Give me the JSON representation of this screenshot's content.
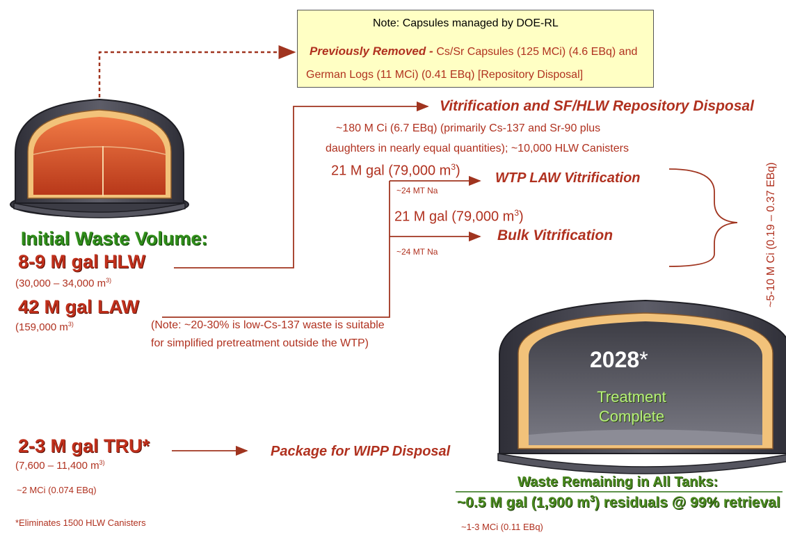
{
  "note_box": {
    "header": "Note: Capsules managed by DOE-RL",
    "removed_label": "Previously Removed -",
    "removed_text_1": "Cs/Sr Capsules (125 MCi) (4.6 EBq) and",
    "removed_text_2": "German Logs (11 MCi) (0.41 EBq)  [Repository Disposal]"
  },
  "vitrification": {
    "title": "Vitrification and SF/HLW Repository Disposal",
    "detail_1": "~180 M Ci  (6.7 EBq)  (primarily Cs-137 and Sr-90 plus",
    "detail_2": "daughters in nearly equal quantities); ~10,000 HLW Canisters"
  },
  "wtp_law": {
    "volume": "21 M gal (79,000 m",
    "volume_sup": "3",
    "volume_end": ")",
    "sodium": "~24 MT Na",
    "title": "WTP LAW Vitrification"
  },
  "bulk": {
    "volume": "21 M gal (79,000 m",
    "volume_sup": "3",
    "volume_end": ")",
    "sodium": "~24 MT Na",
    "title": "Bulk Vitrification"
  },
  "law_curie_range": "~5-10 M Ci (0.19 – 0.37 EBq)",
  "initial": {
    "title": "Initial Waste Volume:",
    "hlw": "8-9 M gal HLW",
    "hlw_volume": "(30,000 – 34,000 m",
    "hlw_volume_sup": "3)",
    "law": "42 M gal LAW",
    "law_volume": "(159,000 m",
    "law_volume_sup": "3)",
    "law_note_1": "(Note: ~20-30% is low-Cs-137 waste is suitable",
    "law_note_2": "for simplified pretreatment outside the WTP)"
  },
  "tru": {
    "title": "2-3 M gal TRU*",
    "volume": "(7,600 – 11,400 m",
    "volume_sup": "3)",
    "curies": "~2 MCi (0.074 EBq)",
    "destination": "Package for WIPP Disposal",
    "footnote": "*Eliminates 1500 HLW Canisters"
  },
  "tank_complete": {
    "year": "2028",
    "year_mark": "*",
    "line_1": "Treatment",
    "line_2": "Complete"
  },
  "remaining": {
    "title": "Waste Remaining in All Tanks:",
    "residuals_1": "~0.5 M gal (1,900 m",
    "residuals_sup": "3",
    "residuals_2": ") residuals @ 99% retrieval",
    "curies": "~1-3 MCi (0.11 EBq)"
  },
  "colors": {
    "accent_red": "#b0311f",
    "note_fill": "#ffffc4",
    "tank_body": "#4a4a55",
    "tank_waste": "#d8552a",
    "green": "#2e8b1a"
  }
}
